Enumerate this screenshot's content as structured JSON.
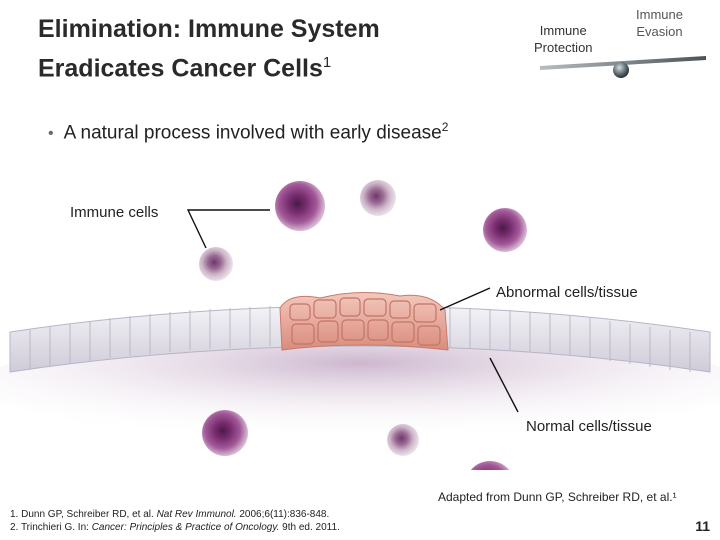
{
  "slide": {
    "title_line1": "Elimination: Immune System",
    "title_line2": "Eradicates Cancer Cells",
    "title_sup": "1",
    "bullet_text": "A natural process involved with early disease",
    "bullet_sup": "2",
    "page_number": "11"
  },
  "balance": {
    "left_line1": "Immune",
    "left_line2": "Protection",
    "right_line1": "Immune",
    "right_line2": "Evasion"
  },
  "labels": {
    "immune_cells": "Immune cells",
    "abnormal": "Abnormal cells/tissue",
    "normal": "Normal cells/tissue"
  },
  "footer": {
    "adapted": "Adapted from Dunn GP, Schreiber RD, et al.¹",
    "ref1_prefix": "1.  Dunn GP, Schreiber RD, et al. ",
    "ref1_journal": "Nat Rev Immunol.",
    "ref1_suffix": " 2006;6(11):836-848.",
    "ref2_prefix": "2.  Trinchieri G. In: ",
    "ref2_book": "Cancer: Principles & Practice of Oncology.",
    "ref2_suffix": " 9th ed. 2011."
  },
  "colors": {
    "immune_dark": "#8a3a7e",
    "immune_light": "#c9aac6",
    "abnormal_cell": "#e6a89a",
    "normal_cell": "#e4e2ea"
  }
}
